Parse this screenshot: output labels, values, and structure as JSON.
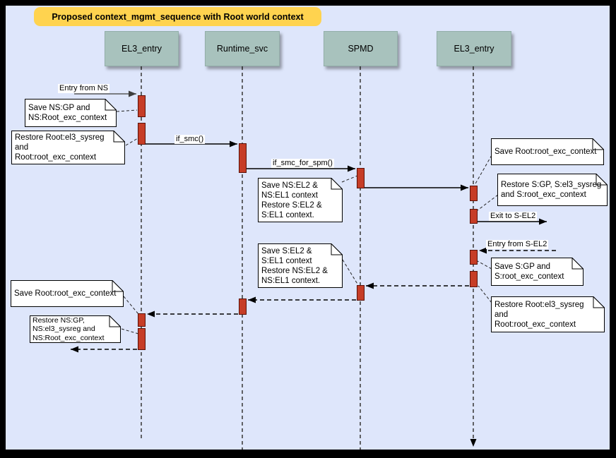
{
  "title": "Proposed context_mgmt_sequence with Root world context",
  "actors": [
    {
      "label": "EL3_entry"
    },
    {
      "label": "Runtime_svc"
    },
    {
      "label": "SPMD"
    },
    {
      "label": "EL3_entry"
    }
  ],
  "messages": {
    "entry_from_ns": "Entry from NS",
    "if_smc": "if_smc()",
    "if_smc_for_spm": "if_smc_for_spm()",
    "exit_to_s_el2": "Exit to S-EL2",
    "entry_from_s_el2": "Entry from S-EL2"
  },
  "notes": [
    {
      "lines": [
        "Save NS:GP and",
        "NS:Root_exc_context"
      ]
    },
    {
      "lines": [
        "Restore Root:el3_sysreg",
        "and",
        "Root:root_exc_context"
      ]
    },
    {
      "lines": [
        "Save NS:EL2 &",
        "NS:EL1 context",
        "Restore S:EL2 &",
        "S:EL1 context."
      ]
    },
    {
      "lines": [
        "Save Root:root_exc_context"
      ]
    },
    {
      "lines": [
        "Restore S:GP, S:el3_sysreg",
        "and S:root_exc_context"
      ]
    },
    {
      "lines": [
        "Save S:GP and",
        "S:root_exc_context"
      ]
    },
    {
      "lines": [
        "Restore Root:el3_sysreg",
        "and",
        "Root:root_exc_context"
      ]
    },
    {
      "lines": [
        "Save S:EL2 &",
        "S:EL1 context",
        "Restore NS:EL2 &",
        "NS:EL1 context."
      ]
    },
    {
      "lines": [
        "Save Root:root_exc_context"
      ]
    },
    {
      "lines": [
        "Restore NS:GP,",
        "NS:el3_sysreg and",
        "NS:Root_exc_context"
      ]
    }
  ],
  "colors": {
    "background": "#dee6fb",
    "frame": "#000000",
    "title_bg": "#ffd34f",
    "actor_bg": "#a8c2bd",
    "activation_fill": "#c63d26",
    "activation_border": "#5b1108",
    "note_bg": "#ffffff",
    "arrow": "#000000",
    "entry_arrow_gray": "#595959"
  }
}
